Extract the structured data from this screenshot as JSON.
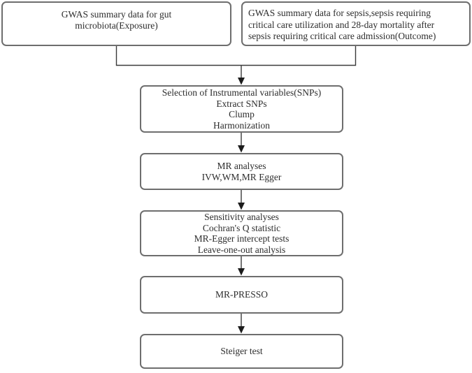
{
  "diagram": {
    "title": "MR study design flowchart",
    "colors": {
      "background": "#ffffff",
      "box_border": "#6e6e6e",
      "connector_line": "#3a3a3a",
      "arrowhead_fill": "#1c1c1c",
      "text": "#2d2d2d"
    },
    "boxes": {
      "exposure": {
        "lines": [
          "GWAS summary data for gut",
          "microbiota(Exposure)"
        ]
      },
      "outcome": {
        "lines": [
          "GWAS summary data for sepsis,sepsis requiring",
          "critical care utilization and 28-day mortality after",
          "sepsis requiring critical care admission(Outcome)"
        ]
      },
      "selection": {
        "lines": [
          "Selection of Instrumental variables(SNPs)",
          "Extract SNPs",
          "Clump",
          "Harmonization"
        ]
      },
      "mr_analyses": {
        "lines": [
          "MR analyses",
          "IVW,WM,MR Egger"
        ]
      },
      "sensitivity": {
        "lines": [
          "Sensitivity analyses",
          "Cochran's Q statistic",
          "MR-Egger intercept tests",
          "Leave-one-out analysis"
        ]
      },
      "mr_presso": {
        "lines": [
          "MR-PRESSO"
        ]
      },
      "steiger": {
        "lines": [
          "Steiger test"
        ]
      }
    }
  }
}
